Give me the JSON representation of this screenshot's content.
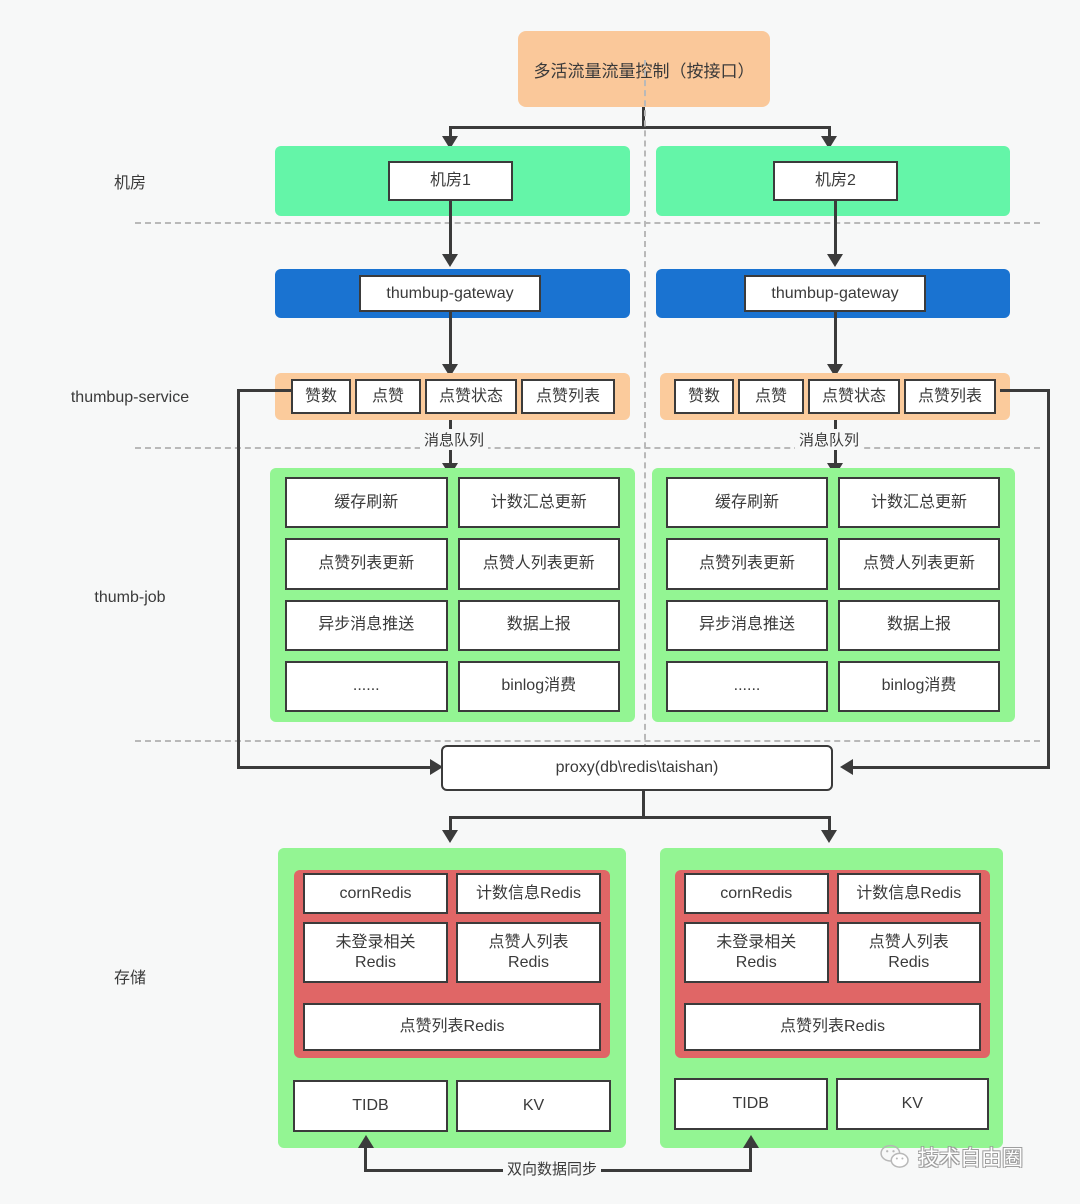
{
  "diagram": {
    "title": "多活流量流量控制（按接口）",
    "row_labels": {
      "idc": "机房",
      "service": "thumbup-service",
      "job": "thumb-job",
      "storage": "存储"
    },
    "edge_labels": {
      "message_queue_left": "消息队列",
      "message_queue_right": "消息队列",
      "bidirectional_sync": "双向数据同步"
    },
    "proxy": "proxy(db\\redis\\taishan)",
    "columns": [
      {
        "idc": "机房1",
        "gateway": "thumbup-gateway",
        "service_items": [
          "赞数",
          "点赞",
          "点赞状态",
          "点赞列表"
        ],
        "job_items": [
          "缓存刷新",
          "计数汇总更新",
          "点赞列表更新",
          "点赞人列表更新",
          "异步消息推送",
          "数据上报",
          "......",
          "binlog消费"
        ],
        "redis_items": [
          "cornRedis",
          "计数信息Redis",
          "未登录相关\nRedis",
          "点赞人列表\nRedis"
        ],
        "redis_full_width": "点赞列表Redis",
        "db_items": [
          "TIDB",
          "KV"
        ]
      },
      {
        "idc": "机房2",
        "gateway": "thumbup-gateway",
        "service_items": [
          "赞数",
          "点赞",
          "点赞状态",
          "点赞列表"
        ],
        "job_items": [
          "缓存刷新",
          "计数汇总更新",
          "点赞列表更新",
          "点赞人列表更新",
          "异步消息推送",
          "数据上报",
          "......",
          "binlog消费"
        ],
        "redis_items": [
          "cornRedis",
          "计数信息Redis",
          "未登录相关\nRedis",
          "点赞人列表\nRedis"
        ],
        "redis_full_width": "点赞列表Redis",
        "db_items": [
          "TIDB",
          "KV"
        ]
      }
    ],
    "watermark": "技术自由圈",
    "colors": {
      "background": "#f7f8f8",
      "title_band": "#fac89a",
      "idc_band": "#64f5a8",
      "gateway_band": "#1a73d1",
      "service_band": "#fbcb9c",
      "job_band": "#93f593",
      "storage_band": "#93f593",
      "redis_band": "#e06666",
      "node_border": "#3b3b3b",
      "separator": "#b9b9b9"
    }
  }
}
